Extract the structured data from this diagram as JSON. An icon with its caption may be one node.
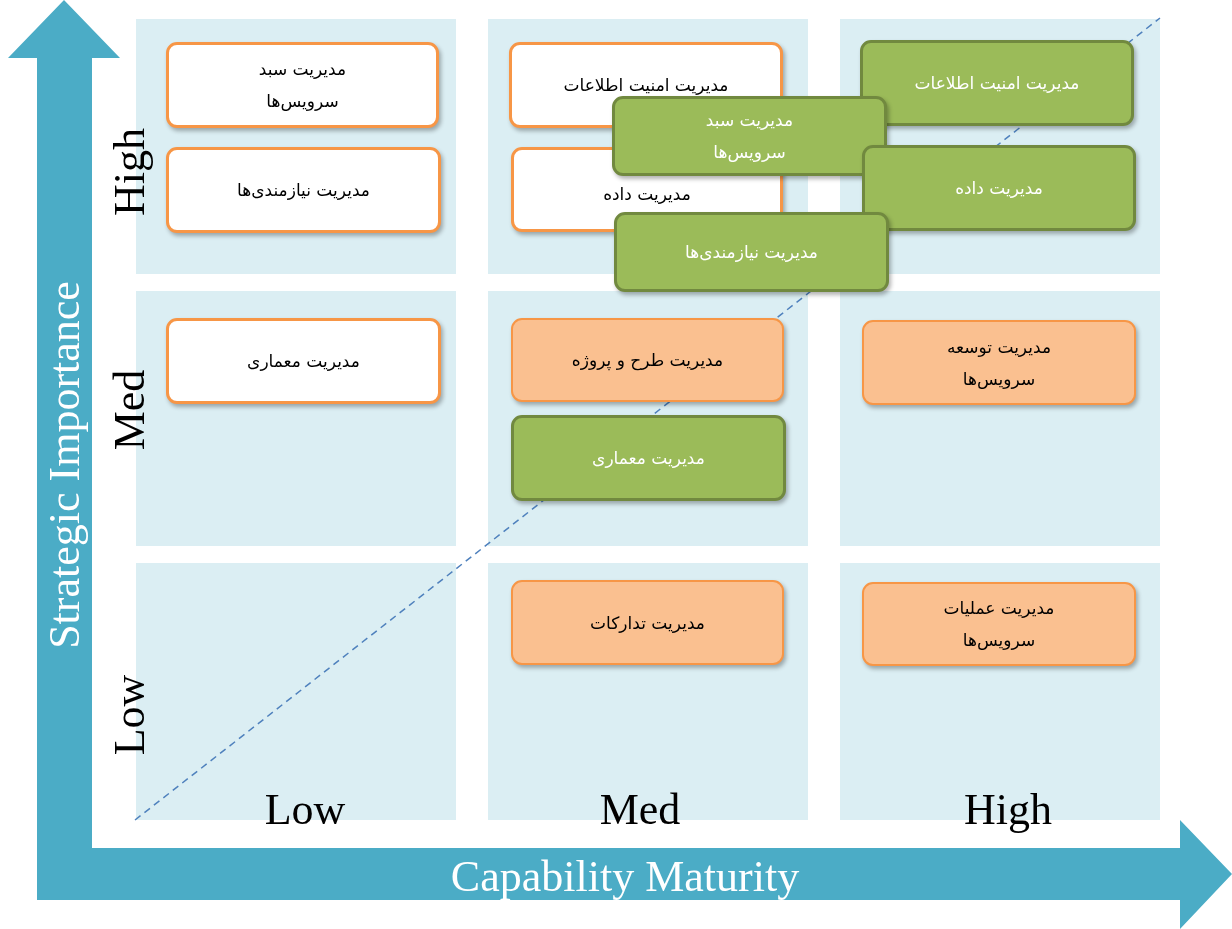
{
  "diagram": {
    "nodes": [
      {
        "text": [
          "مدیریت سبد سرویس‌ها"
        ]
      },
      {
        "text": [
          "مدیریت نیازمندی‌ها"
        ]
      },
      {
        "text": [
          "مدیریت امنیت اطلاعات"
        ]
      },
      {
        "text": [
          "مدیریت داده"
        ]
      },
      {
        "text": [
          "مدیریت امنیت اطلاعات"
        ]
      },
      {
        "text": [
          "مدیریت سبد سرویس‌ها"
        ]
      },
      {
        "text": [
          "مدیریت داده"
        ]
      },
      {
        "text": [
          "مدیریت نیازمندی‌ها"
        ]
      },
      {
        "text": [
          "مدیریت معماری"
        ]
      },
      {
        "text": [
          "مدیریت طرح و پروژه"
        ]
      },
      {
        "text": [
          "مدیریت توسعه سرویس‌ها"
        ]
      },
      {
        "text": [
          "مدیریت معماری"
        ]
      },
      {
        "text": [
          "مدیریت تدارکات"
        ]
      },
      {
        "text": [
          "مدیریت عملیات سرویس‌ها"
        ]
      }
    ],
    "labels": [
      "High",
      "Med",
      "Low",
      "Low",
      "Med",
      "High",
      "Strategic Importance",
      "Capability Maturity"
    ]
  }
}
